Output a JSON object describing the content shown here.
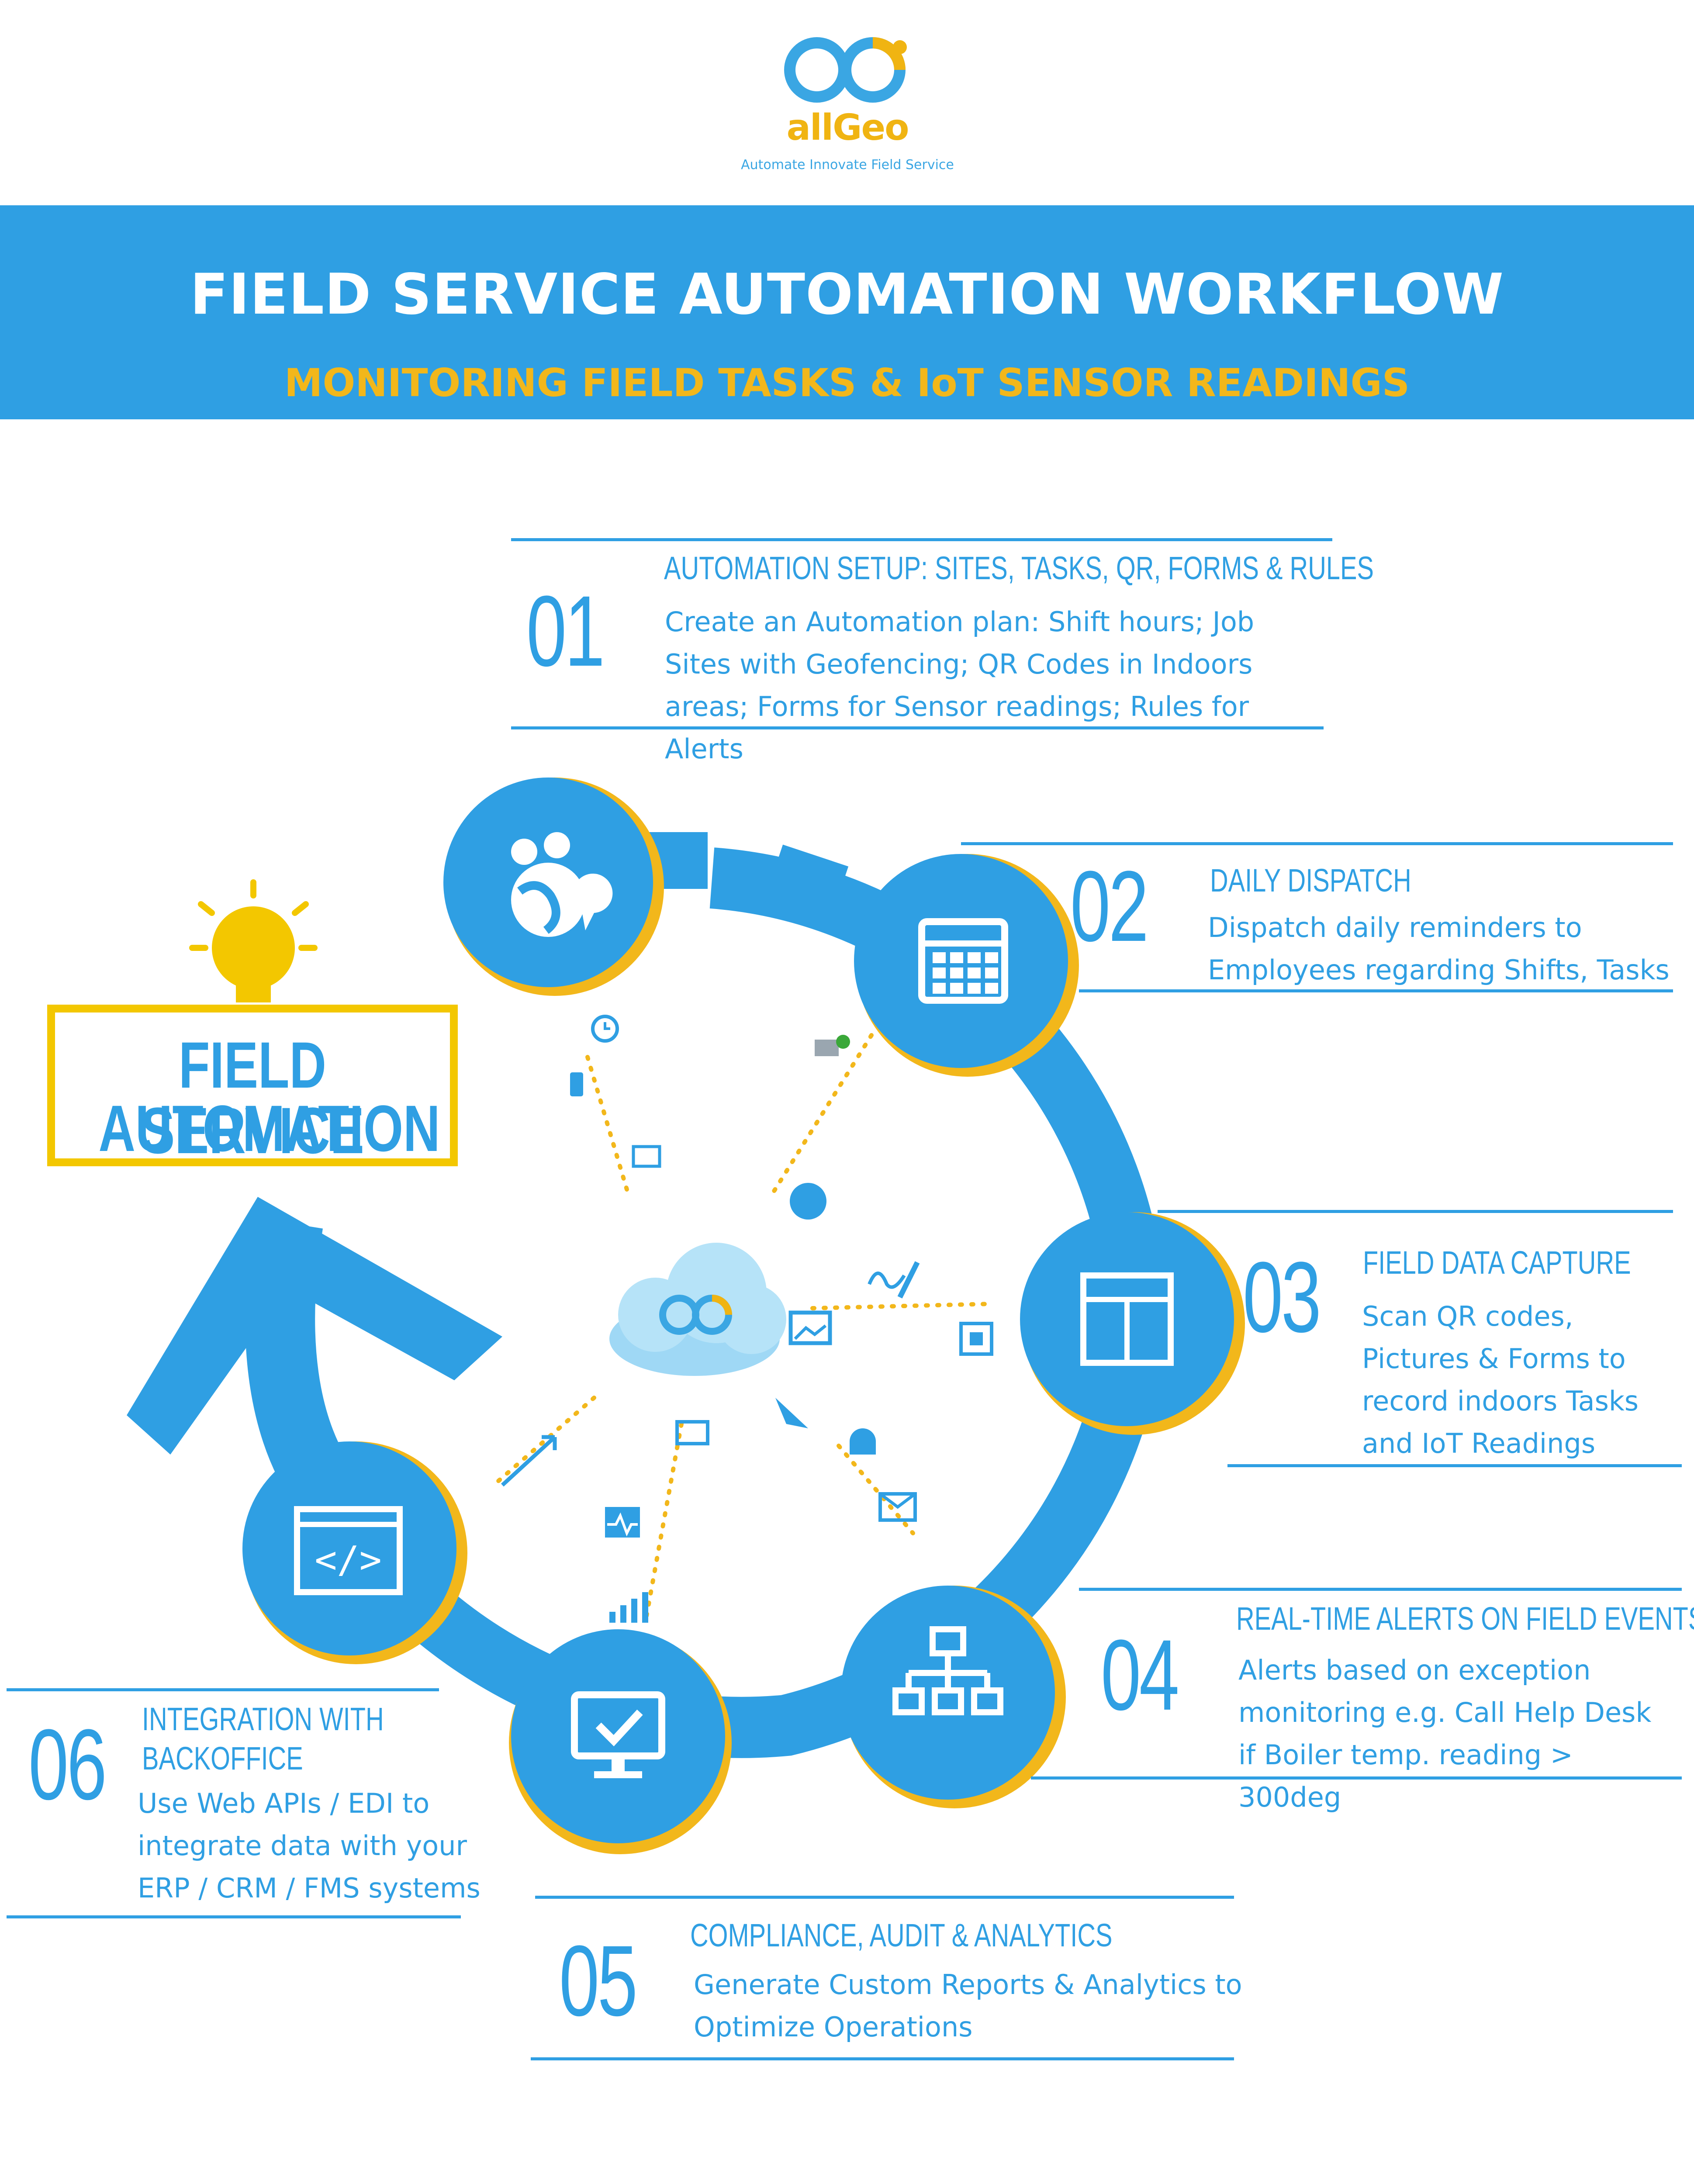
{
  "logo": {
    "wordmark": "allGeo",
    "tagline": "Automate Innovate Field Service"
  },
  "header": {
    "title": "FIELD SERVICE AUTOMATION WORKFLOW",
    "subtitle": "MONITORING FIELD TASKS & IoT SENSOR READINGS"
  },
  "hub_label": {
    "line1": "FIELD SERVICE",
    "line2": "AUTOMATION"
  },
  "colors": {
    "primary_blue": "#2f9fe3",
    "accent_yellow": "#f2b71b",
    "box_yellow": "#f3c700"
  },
  "steps": [
    {
      "number": "01",
      "title": "AUTOMATION SETUP: SITES, TASKS, QR, FORMS & RULES",
      "description": "Create an Automation plan:  Shift hours; Job\nSites with Geofencing; QR Codes in Indoors\nareas; Forms for Sensor readings; Rules for\nAlerts",
      "icon": "globe-with-workers-icon"
    },
    {
      "number": "02",
      "title": "DAILY DISPATCH",
      "description": "Dispatch daily reminders to\nEmployees regarding Shifts, Tasks",
      "icon": "calendar-icon"
    },
    {
      "number": "03",
      "title": "FIELD DATA CAPTURE",
      "description": "Scan QR codes,\nPictures  & Forms to\nrecord indoors Tasks\nand IoT Readings",
      "icon": "form-layout-icon"
    },
    {
      "number": "04",
      "title": "REAL-TIME ALERTS ON FIELD EVENTS",
      "description": "Alerts based on exception\nmonitoring e.g. Call Help Desk\nif Boiler temp. reading >\n300deg",
      "icon": "org-chart-icon"
    },
    {
      "number": "05",
      "title": "COMPLIANCE, AUDIT & ANALYTICS",
      "description": "Generate Custom Reports & Analytics to\nOptimize Operations",
      "icon": "monitor-check-icon"
    },
    {
      "number": "06",
      "title_line1": "INTEGRATION WITH",
      "title_line2": "BACKOFFICE",
      "description": "Use Web APIs / EDI to\nintegrate data with your\nERP / CRM / FMS systems",
      "icon": "code-window-icon"
    }
  ]
}
